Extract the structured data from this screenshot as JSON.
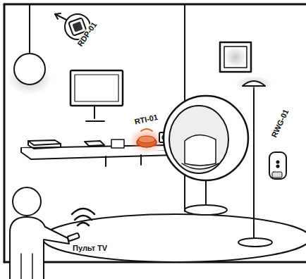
{
  "diagram": {
    "labels": [
      "RDP-01",
      "RTI-01",
      "RWG-01",
      "Пульт TV"
    ]
  }
}
